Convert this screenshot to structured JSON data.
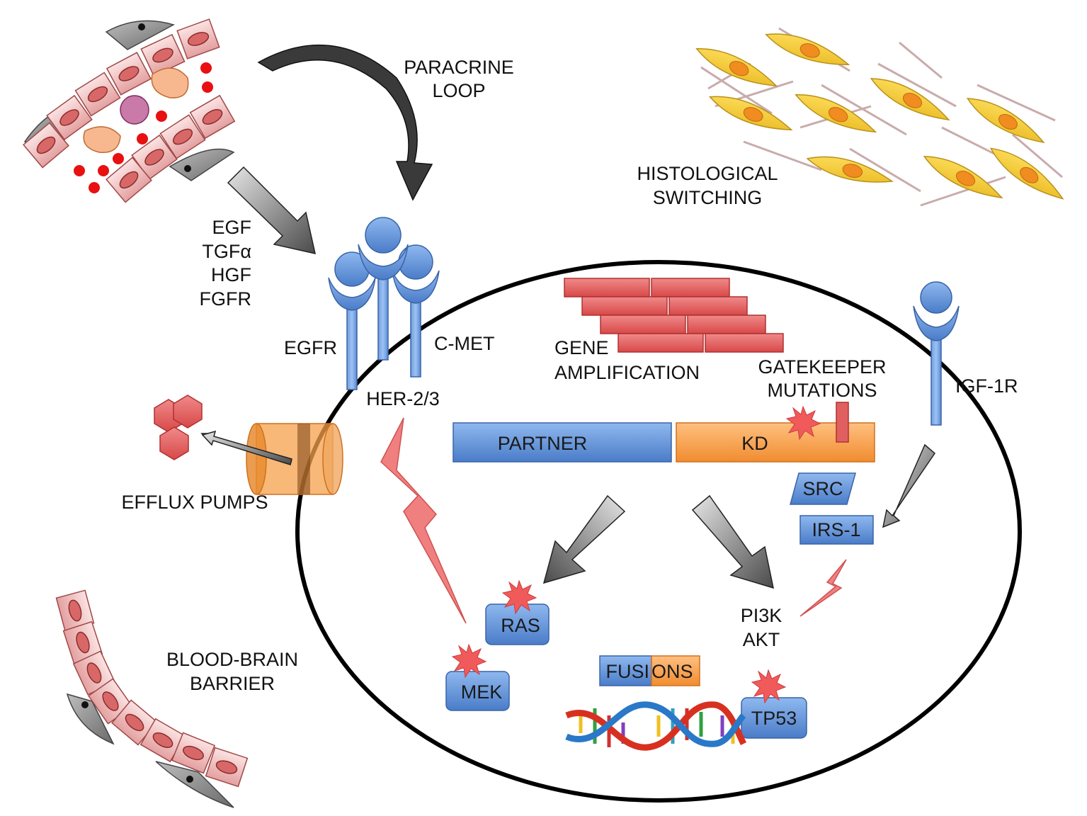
{
  "labels": {
    "paracrine_1": "PARACRINE",
    "paracrine_2": "LOOP",
    "histological_1": "HISTOLOGICAL",
    "histological_2": "SWITCHING",
    "ligand_1": "EGF",
    "ligand_2": "TGFα",
    "ligand_3": "HGF",
    "ligand_4": "FGFR",
    "egfr": "EGFR",
    "cmet": "C-MET",
    "her": "HER-2/3",
    "gene_amp_1": "GENE",
    "gene_amp_2": "AMPLIFICATION",
    "gatekeeper_1": "GATEKEEPER",
    "gatekeeper_2": "MUTATIONS",
    "igf1r": "IGF-1R",
    "partner": "PARTNER",
    "kd": "KD",
    "src": "SRC",
    "irs1": "IRS-1",
    "efflux": "EFFLUX PUMPS",
    "ras": "RAS",
    "mek": "MEK",
    "pi3k": "PI3K",
    "akt": "AKT",
    "fusions_a": "FUSI",
    "fusions_b": "ONS",
    "tp53": "TP53",
    "bbb_1": "BLOOD-BRAIN",
    "bbb_2": "BARRIER"
  },
  "colors": {
    "receptor_blue": "#5b8fd9",
    "kinase_orange": "#f5a04a",
    "brick_red": "#e06060",
    "lightning_red": "#f07878",
    "fibroblast_yellow": "#f2cc30",
    "vessel_pink": "#eebcbc",
    "gray_arrow": "#777777"
  }
}
